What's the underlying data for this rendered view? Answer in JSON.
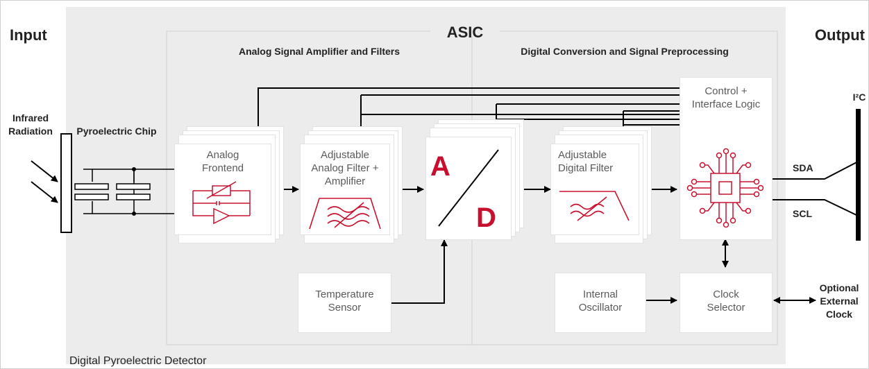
{
  "headings": {
    "input": "Input",
    "output": "Output",
    "asic": "ASIC"
  },
  "sections": {
    "analog": "Analog Signal Amplifier and Filters",
    "digital": "Digital Conversion and Signal Preprocessing"
  },
  "labels": {
    "infrared": "Infrared Radiation",
    "pyro_chip": "Pyroelectric Chip",
    "detector": "Digital Pyroelectric Detector",
    "i2c": "I²C",
    "sda": "SDA",
    "scl": "SCL",
    "optional_clock": "Optional External Clock"
  },
  "blocks": {
    "analog_frontend": "Analog Frontend",
    "adj_analog_filter": "Adjustable Analog Filter + Amplifier",
    "ad_a": "A",
    "ad_d": "D",
    "adj_digital_filter": "Adjustable Digital Filter",
    "control_logic": "Control + Interface Logic",
    "temperature_sensor": "Temperature Sensor",
    "internal_oscillator": "Internal Oscillator",
    "clock_selector": "Clock Selector"
  },
  "colors": {
    "accent": "#c8102e",
    "background": "#ececec",
    "lines": "#000000"
  }
}
